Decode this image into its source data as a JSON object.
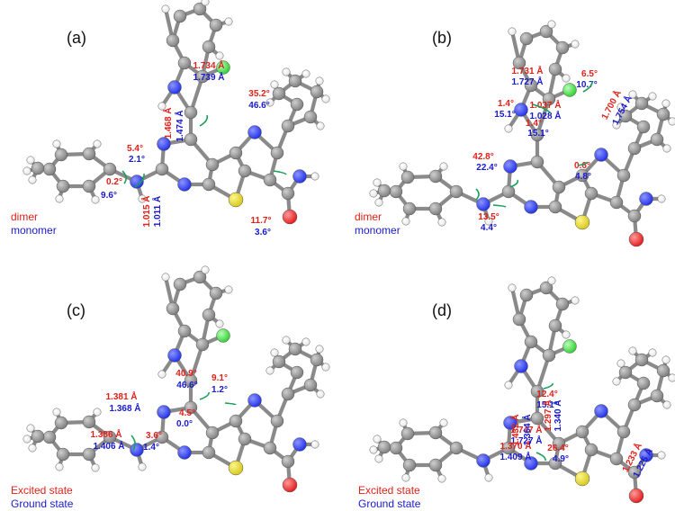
{
  "panels": [
    {
      "id": "a",
      "label": "(a)",
      "legend": [
        "dimer",
        "monomer"
      ],
      "legend_colors": [
        "#e0201a",
        "#1a1acc"
      ],
      "annotations": [
        {
          "text": "1.734 Å",
          "color": "red"
        },
        {
          "text": "1.739 Å",
          "color": "blue"
        },
        {
          "text": "35.2°",
          "color": "red"
        },
        {
          "text": "46.6°",
          "color": "blue"
        },
        {
          "text": "1.468 Å",
          "color": "red"
        },
        {
          "text": "1.474 Å",
          "color": "blue"
        },
        {
          "text": "5.4°",
          "color": "red"
        },
        {
          "text": "2.1°",
          "color": "blue"
        },
        {
          "text": "0.2°",
          "color": "red"
        },
        {
          "text": "9.6°",
          "color": "blue"
        },
        {
          "text": "1.015 Å",
          "color": "red"
        },
        {
          "text": "1.011 Å",
          "color": "blue"
        },
        {
          "text": "11.7°",
          "color": "red"
        },
        {
          "text": "3.6°",
          "color": "blue"
        }
      ]
    },
    {
      "id": "b",
      "label": "(b)",
      "legend": [
        "dimer",
        "monomer"
      ],
      "legend_colors": [
        "#e0201a",
        "#1a1acc"
      ],
      "annotations": [
        {
          "text": "1.731 Å",
          "color": "red"
        },
        {
          "text": "1.727 Å",
          "color": "blue"
        },
        {
          "text": "6.5°",
          "color": "red"
        },
        {
          "text": "10.7°",
          "color": "blue"
        },
        {
          "text": "1.4°",
          "color": "red"
        },
        {
          "text": "15.1°",
          "color": "blue"
        },
        {
          "text": "1.037 Å",
          "color": "red"
        },
        {
          "text": "1.028 Å",
          "color": "blue"
        },
        {
          "text": "1.700 Å",
          "color": "red"
        },
        {
          "text": "1.754 Å",
          "color": "blue"
        },
        {
          "text": "1.4°",
          "color": "red"
        },
        {
          "text": "15.1°",
          "color": "blue"
        },
        {
          "text": "42.8°",
          "color": "red"
        },
        {
          "text": "22.4°",
          "color": "blue"
        },
        {
          "text": "0.6°",
          "color": "red"
        },
        {
          "text": "4.8°",
          "color": "blue"
        },
        {
          "text": "13.5°",
          "color": "red"
        },
        {
          "text": "4.4°",
          "color": "blue"
        }
      ]
    },
    {
      "id": "c",
      "label": "(c)",
      "legend": [
        "Excited state",
        "Ground state"
      ],
      "legend_colors": [
        "#e0201a",
        "#1a1acc"
      ],
      "annotations": [
        {
          "text": "40.9°",
          "color": "red"
        },
        {
          "text": "46.6°",
          "color": "blue"
        },
        {
          "text": "9.1°",
          "color": "red"
        },
        {
          "text": "1.2°",
          "color": "blue"
        },
        {
          "text": "4.5°",
          "color": "red"
        },
        {
          "text": "0.0°",
          "color": "blue"
        },
        {
          "text": "1.381 Å",
          "color": "red"
        },
        {
          "text": "1.368 Å",
          "color": "blue"
        },
        {
          "text": "1.386 Å",
          "color": "red"
        },
        {
          "text": "1.406 Å",
          "color": "blue"
        },
        {
          "text": "3.6°",
          "color": "red"
        },
        {
          "text": "1.4°",
          "color": "blue"
        }
      ]
    },
    {
      "id": "d",
      "label": "(d)",
      "legend": [
        "Excited state",
        "Ground state"
      ],
      "legend_colors": [
        "#e0201a",
        "#1a1acc"
      ],
      "annotations": [
        {
          "text": "1.747 Å",
          "color": "red"
        },
        {
          "text": "1.727 Å",
          "color": "blue"
        },
        {
          "text": "12.4°",
          "color": "red"
        },
        {
          "text": "15.1°",
          "color": "blue"
        },
        {
          "text": "1.432 Å",
          "color": "red"
        },
        {
          "text": "1.364 Å",
          "color": "blue"
        },
        {
          "text": "1.297 Å",
          "color": "red"
        },
        {
          "text": "1.340 Å",
          "color": "blue"
        },
        {
          "text": "1.370 Å",
          "color": "red"
        },
        {
          "text": "1.409 Å",
          "color": "blue"
        },
        {
          "text": "26.4°",
          "color": "red"
        },
        {
          "text": "4.9°",
          "color": "blue"
        },
        {
          "text": "1.233 Å",
          "color": "red"
        },
        {
          "text": "1.225 Å",
          "color": "blue"
        }
      ]
    }
  ],
  "colors": {
    "annotation_red": "#e0201a",
    "annotation_blue": "#1a1acc",
    "carbon": "#7a7a7a",
    "hydrogen": "#e6e6e6",
    "nitrogen": "#1f2ee6",
    "sulfur": "#d4c61a",
    "chlorine": "#2ecc2e",
    "oxygen": "#e01818",
    "arrow": "#1a9e5a"
  }
}
